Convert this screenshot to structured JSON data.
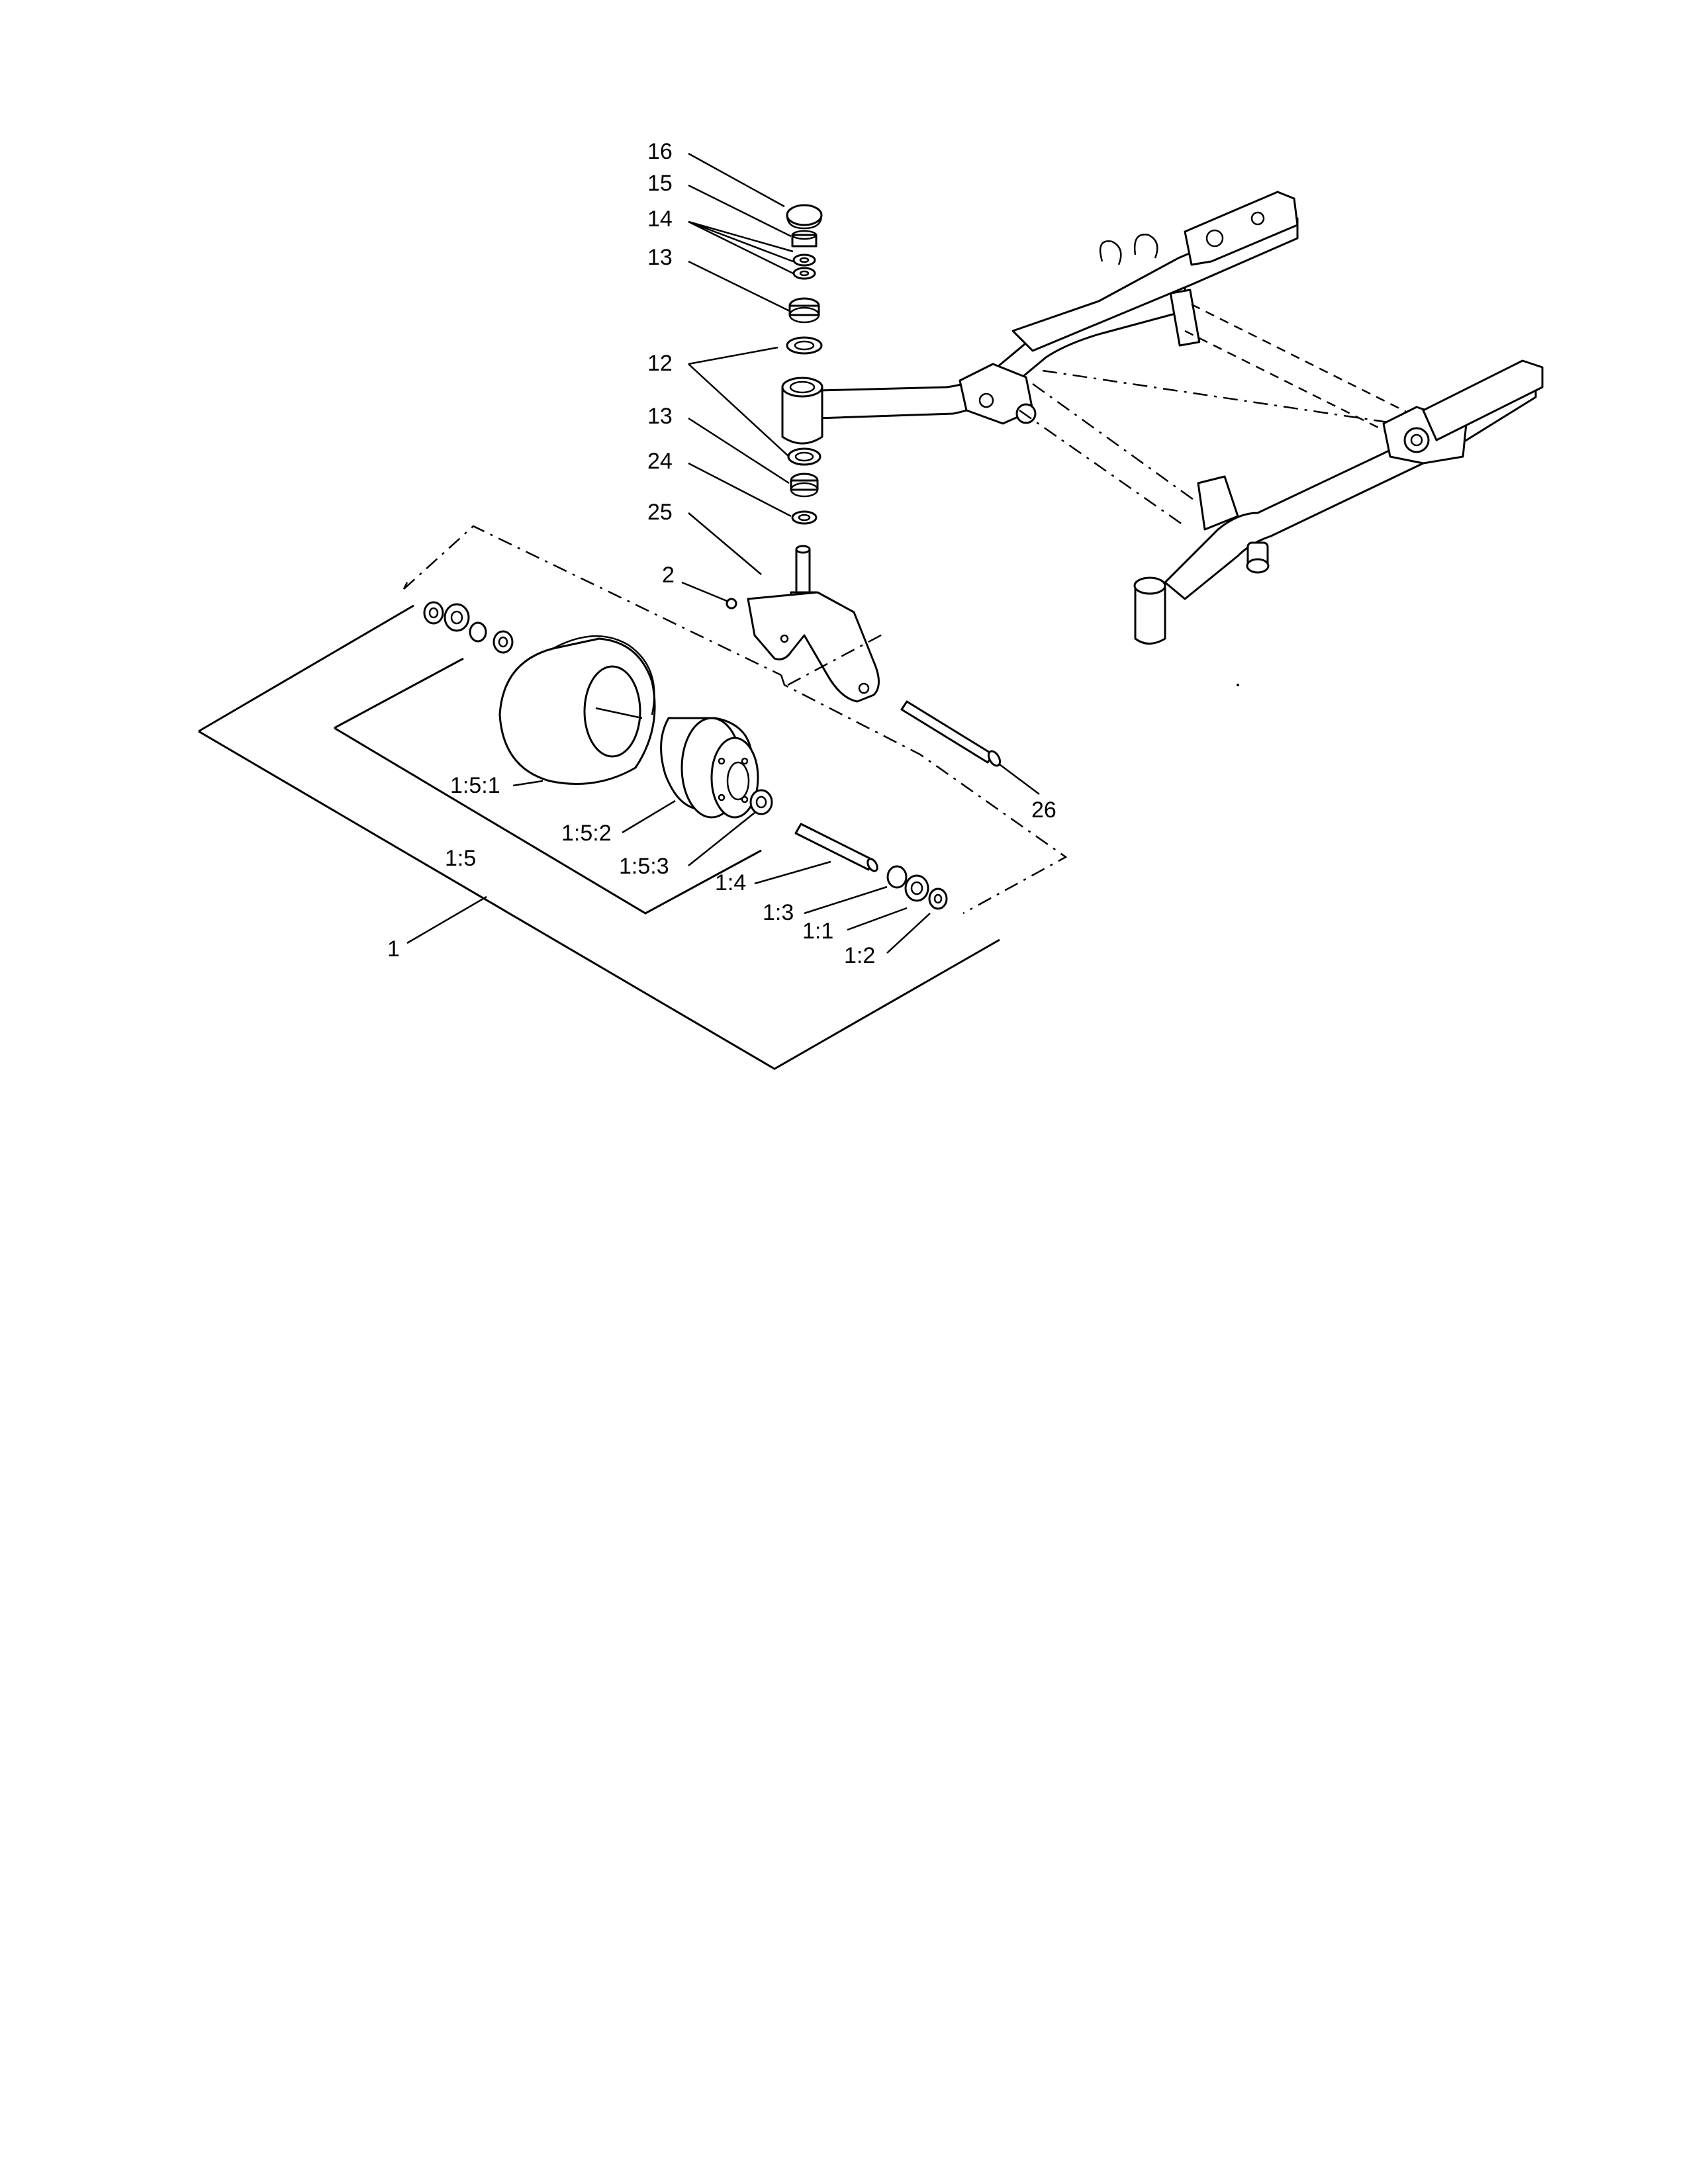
{
  "callouts": [
    {
      "id": "16",
      "label": "16"
    },
    {
      "id": "15",
      "label": "15"
    },
    {
      "id": "14",
      "label": "14"
    },
    {
      "id": "13a",
      "label": "13"
    },
    {
      "id": "12",
      "label": "12"
    },
    {
      "id": "13b",
      "label": "13"
    },
    {
      "id": "24",
      "label": "24"
    },
    {
      "id": "25",
      "label": "25"
    },
    {
      "id": "2",
      "label": "2"
    },
    {
      "id": "26",
      "label": "26"
    },
    {
      "id": "1_5_1",
      "label": "1:5:1"
    },
    {
      "id": "1_5_2",
      "label": "1:5:2"
    },
    {
      "id": "1_5_3",
      "label": "1:5:3"
    },
    {
      "id": "1_5",
      "label": "1:5"
    },
    {
      "id": "1_4",
      "label": "1:4"
    },
    {
      "id": "1_3",
      "label": "1:3"
    },
    {
      "id": "1_1",
      "label": "1:1"
    },
    {
      "id": "1_2",
      "label": "1:2"
    },
    {
      "id": "1",
      "label": "1"
    }
  ]
}
